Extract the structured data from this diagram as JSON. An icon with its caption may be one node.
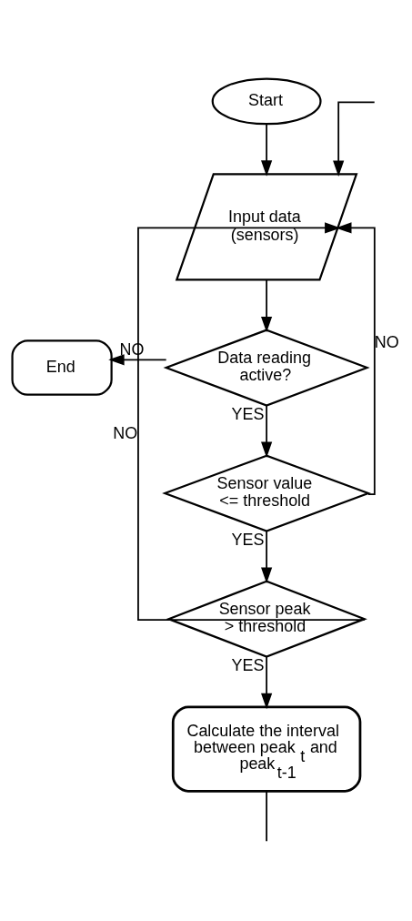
{
  "diagram": {
    "nodes": [
      {
        "text": [
          "Start"
        ]
      },
      {
        "text": [
          "Input data (sensors)"
        ]
      },
      {
        "text": [
          "Data reading active?"
        ]
      },
      {
        "text": [
          "End"
        ]
      },
      {
        "text": [
          "Sensor value <= threshold"
        ]
      },
      {
        "text": [
          "Sensor peak > threshold"
        ]
      },
      {
        "text": [
          "Calculate the interval between peak$_{t}$ and peak$_{t-1}$"
        ]
      }
    ],
    "edges": [
      {
        "from": 0,
        "to": 1,
        "arrow": "to"
      },
      {
        "from": 1,
        "to": 2,
        "arrow": "to"
      },
      {
        "from": 2,
        "to": 3,
        "arrow": "to",
        "label": "NO"
      },
      {
        "from": 2,
        "to": 4,
        "arrow": "to",
        "label": "YES"
      },
      {
        "from": 4,
        "to": 1,
        "arrow": "to",
        "label": "NO"
      },
      {
        "from": 4,
        "to": 5,
        "arrow": "to",
        "label": "YES"
      },
      {
        "from": 5,
        "to": 1,
        "arrow": "to",
        "label": "NO"
      },
      {
        "from": 5,
        "to": 6,
        "arrow": "to",
        "label": "YES"
      },
      {
        "from": null,
        "to": 1,
        "arrow": "to"
      },
      {
        "from": 6,
        "to": null,
        "arrow": "none"
      }
    ]
  }
}
